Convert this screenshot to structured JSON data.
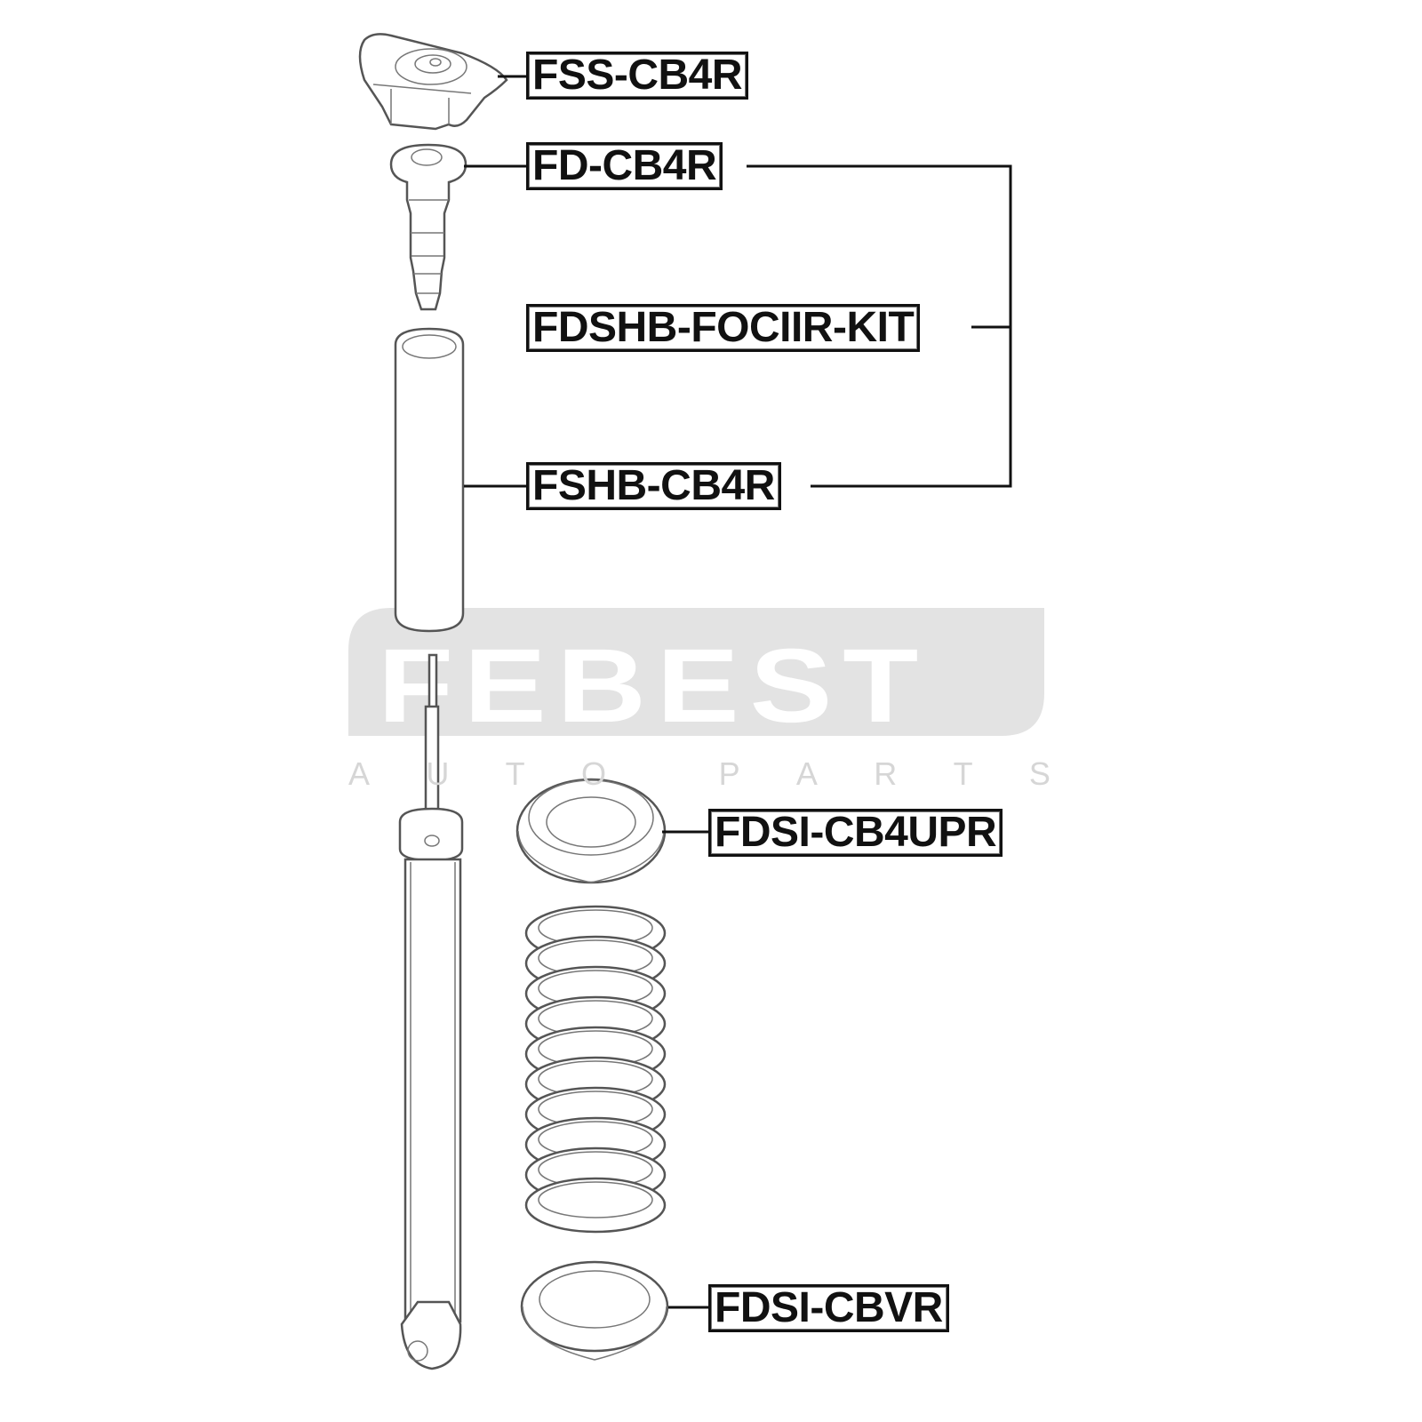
{
  "watermark": {
    "brand": "FEBEST",
    "tagline_letters": [
      "A",
      "U",
      "T",
      "O",
      "",
      "P",
      "A",
      "R",
      "T",
      "S"
    ],
    "color": "#e3e3e3"
  },
  "labels": {
    "support": "FSS-CB4R",
    "bump_stop": "FD-CB4R",
    "kit": "FDSHB-FOCIIR-KIT",
    "boot": "FSHB-CB4R",
    "upper_insulator": "FDSI-CB4UPR",
    "lower_insulator": "FDSI-CBVR"
  }
}
